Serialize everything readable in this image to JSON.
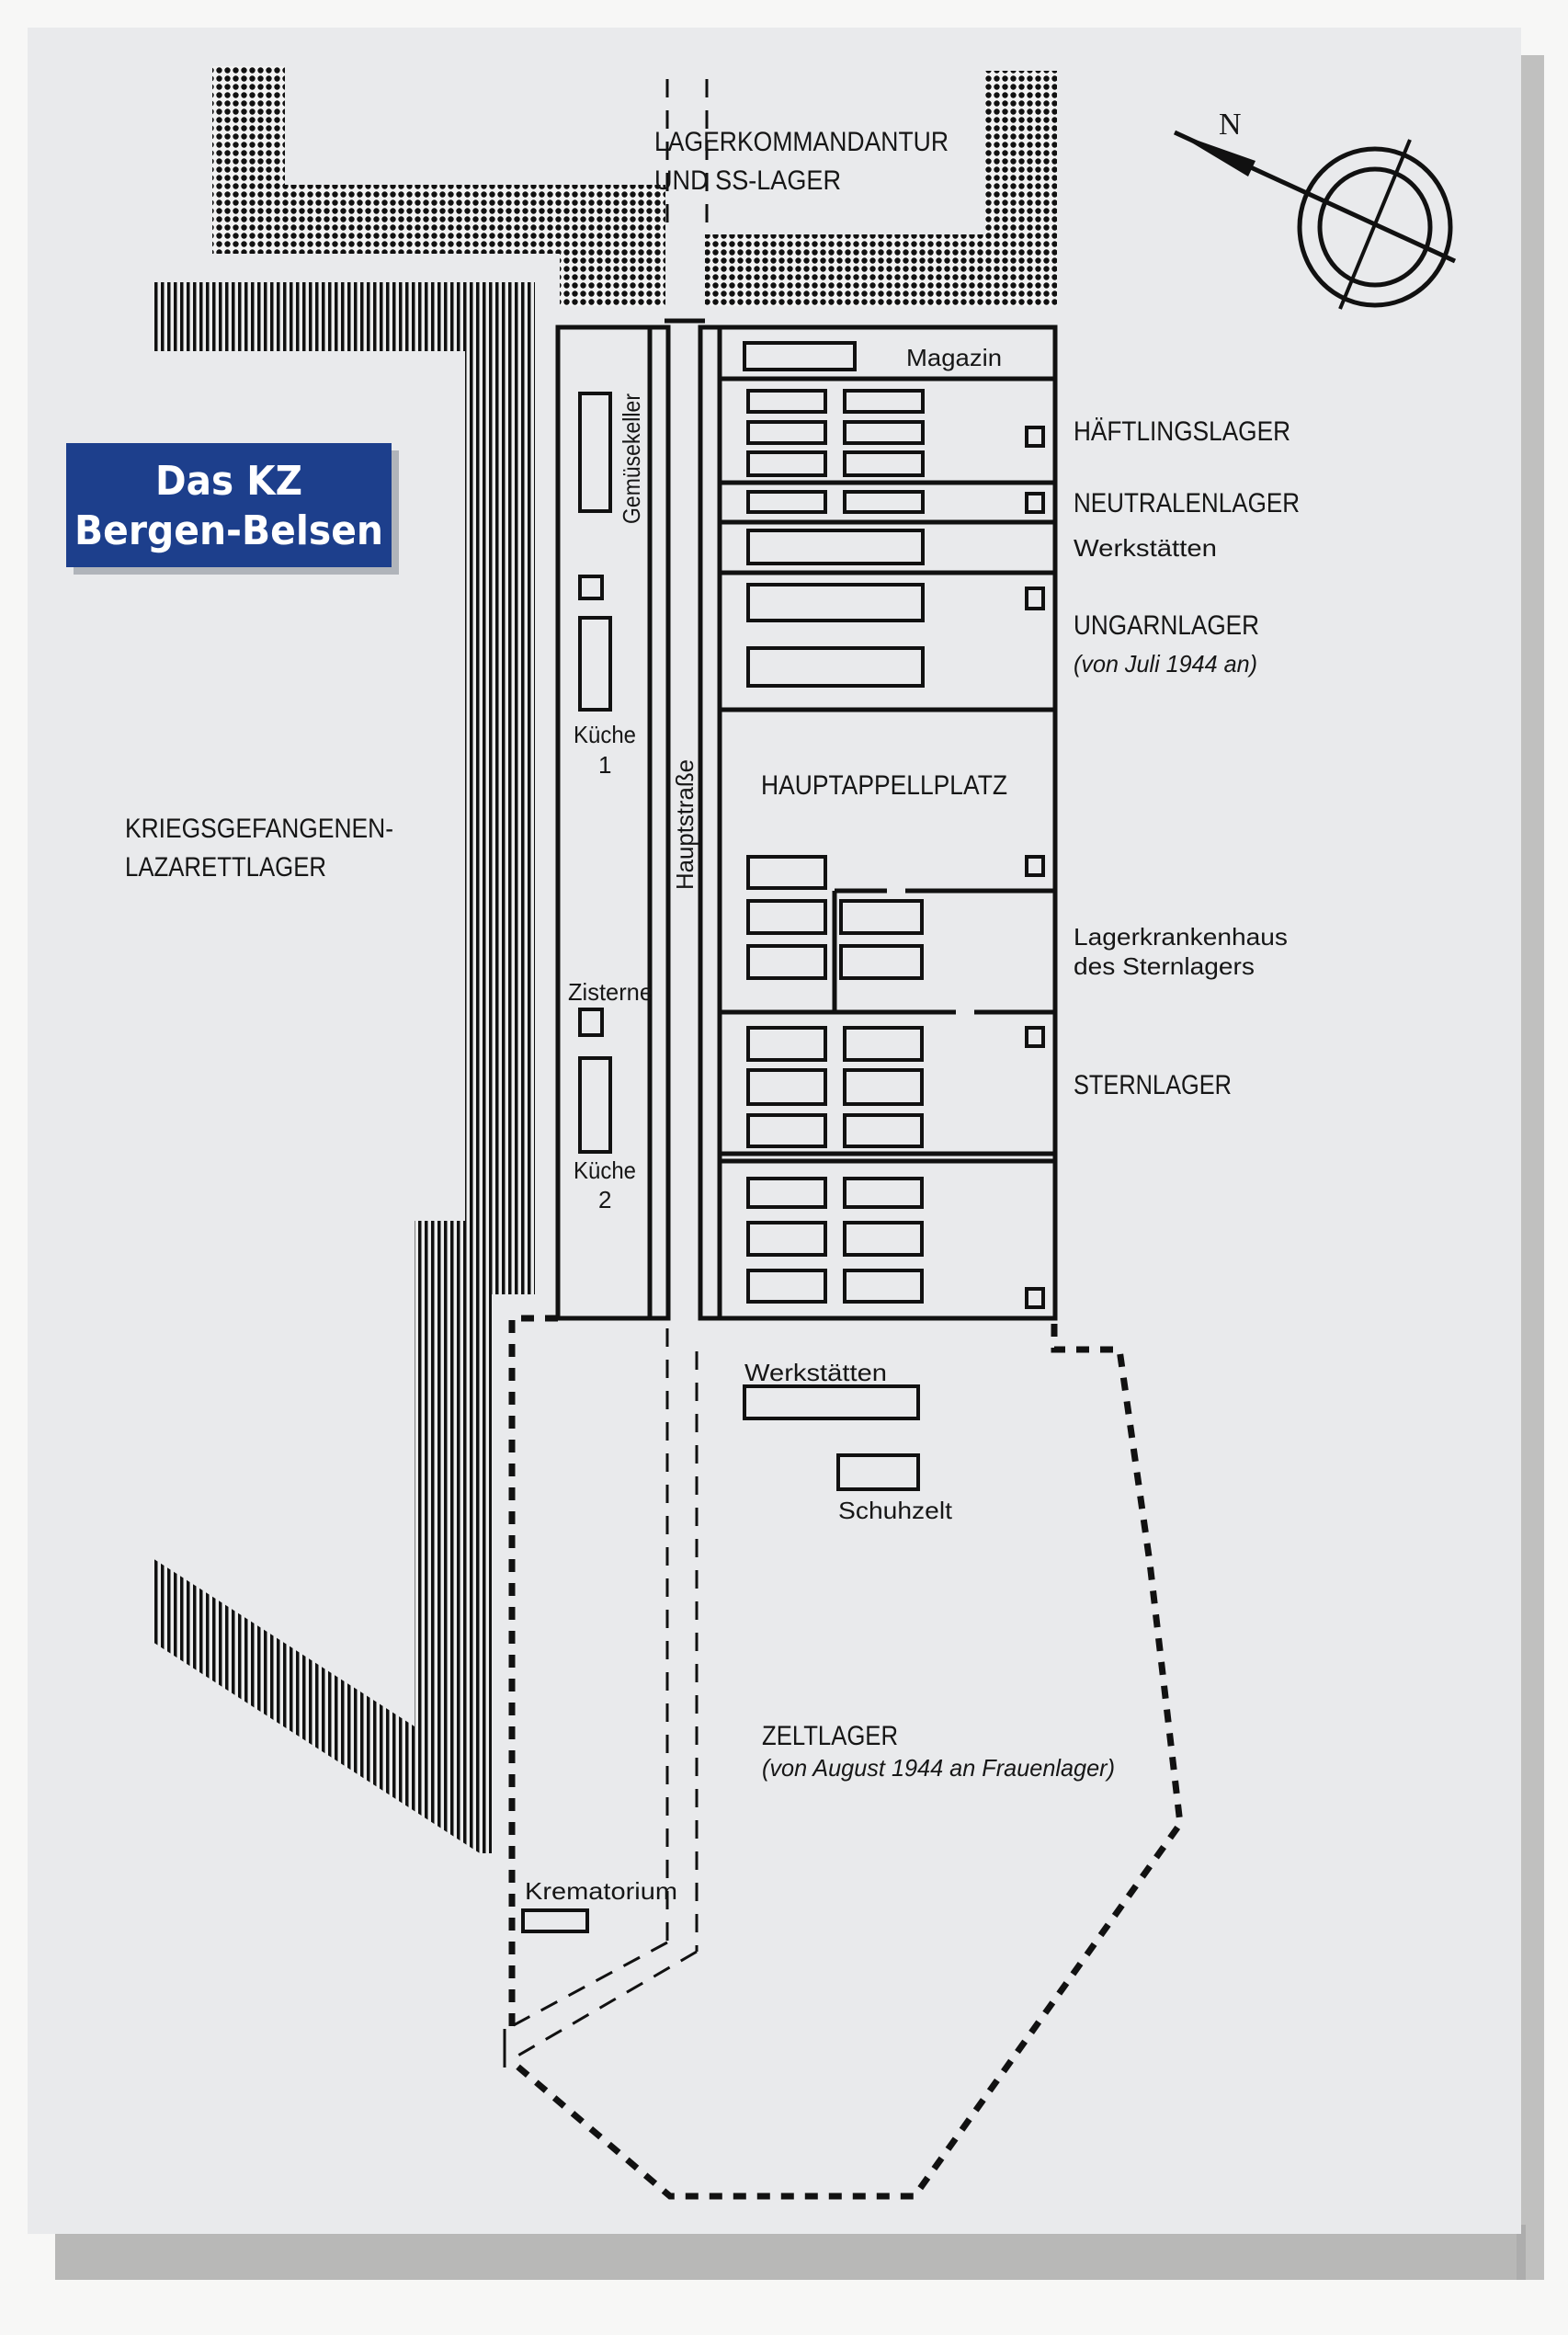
{
  "title": {
    "line1": "Das KZ",
    "line2": "Bergen-Belsen",
    "box_color": "#1d3f8c"
  },
  "compass": {
    "label": "N"
  },
  "areas": {
    "kommandantur_line1": "LAGERKOMMANDANTUR",
    "kommandantur_line2": "UND SS-LAGER",
    "lazarett_line1": "KRIEGSGEFANGENEN-",
    "lazarett_line2": "LAZARETTLAGER",
    "haeftlingslager": "HÄFTLINGSLAGER",
    "neutralenlager": "NEUTRALENLAGER",
    "werkstaetten_right": "Werkstätten",
    "ungarnlager": "UNGARNLAGER",
    "ungarnlager_note": "(von Juli 1944 an)",
    "hauptappellplatz": "HAUPTAPPELLPLATZ",
    "lagerkrankenhaus_line1": "Lagerkrankenhaus",
    "lagerkrankenhaus_line2": "des Sternlagers",
    "sternlager": "STERNLAGER",
    "zeltlager": "ZELTLAGER",
    "zeltlager_note": "(von August 1944 an Frauenlager)"
  },
  "buildings": {
    "magazin": "Magazin",
    "gemuesekeller": "Gemüsekeller",
    "kueche1_line1": "Küche",
    "kueche1_line2": "1",
    "zisterne": "Zisterne",
    "kueche2_line1": "Küche",
    "kueche2_line2": "2",
    "hauptstrasse": "Hauptstraße",
    "werkstaetten_lower": "Werkstätten",
    "schuhzelt": "Schuhzelt",
    "krematorium": "Krematorium"
  }
}
